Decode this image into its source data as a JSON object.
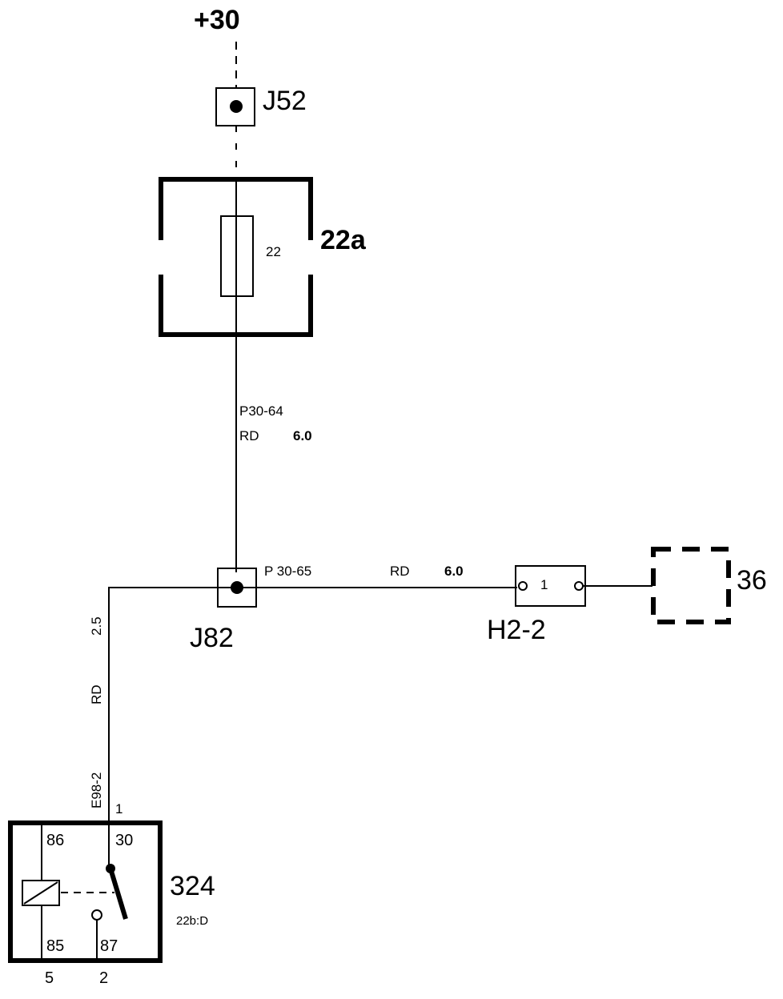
{
  "supply": {
    "label": "+30"
  },
  "junctions": {
    "j52": "J52",
    "j82": "J82"
  },
  "fuse_box": {
    "id": "22a",
    "fuse_number": "22"
  },
  "wire_upper": {
    "code": "P30-64",
    "color": "RD",
    "size": "6.0"
  },
  "wire_right": {
    "code": "P 30-65",
    "color": "RD",
    "size": "6.0"
  },
  "wire_left": {
    "size": "2.5",
    "color": "RD",
    "connector": "E98-2",
    "pin": "1"
  },
  "connector_h22": {
    "id": "H2-2",
    "pin": "1"
  },
  "component_36": {
    "id": "36"
  },
  "relay": {
    "id": "324",
    "ref": "22b:D",
    "pins": {
      "p86": "86",
      "p30": "30",
      "p85": "85",
      "p87": "87"
    },
    "bottom_pins": {
      "left": "5",
      "right": "2"
    }
  }
}
